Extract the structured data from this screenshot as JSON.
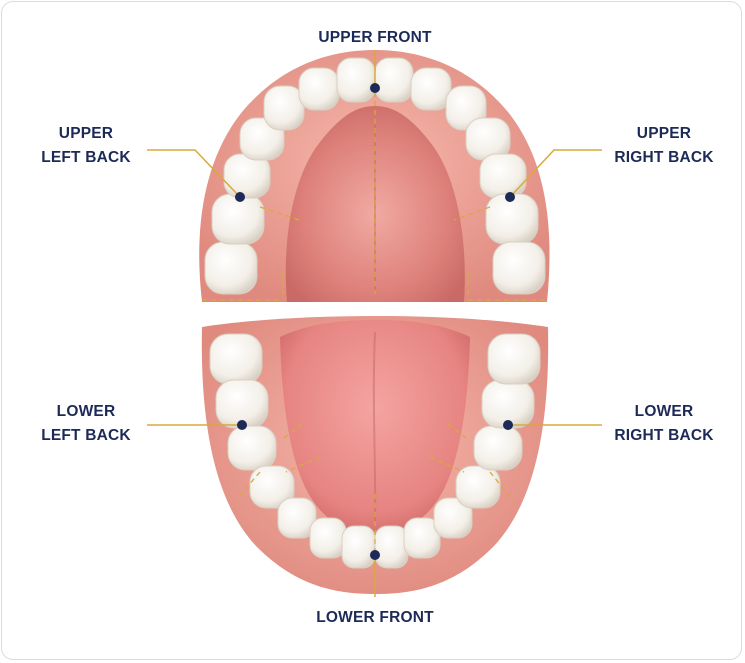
{
  "labels": {
    "upper_front": "UPPER FRONT",
    "upper_left_back": [
      "UPPER",
      "LEFT BACK"
    ],
    "upper_right_back": [
      "UPPER",
      "RIGHT BACK"
    ],
    "lower_left_back": [
      "LOWER",
      "LEFT BACK"
    ],
    "lower_right_back": [
      "LOWER",
      "RIGHT BACK"
    ],
    "lower_front": "LOWER FRONT"
  },
  "colors": {
    "label_text": "#1d2a57",
    "leader_line": "#d7aa3c",
    "marker_dot": "#1d2a57",
    "gum": "#f0a69a",
    "gum_dark": "#d97b70",
    "palate": "#e58c86",
    "tongue": "#ee9090",
    "tooth": "#f7f4ef",
    "tooth_shadow": "#d9d2c6",
    "frame_border": "#d9dce1"
  },
  "icons": [
    "marker-dot",
    "leader-line",
    "divider-dashed-line"
  ]
}
